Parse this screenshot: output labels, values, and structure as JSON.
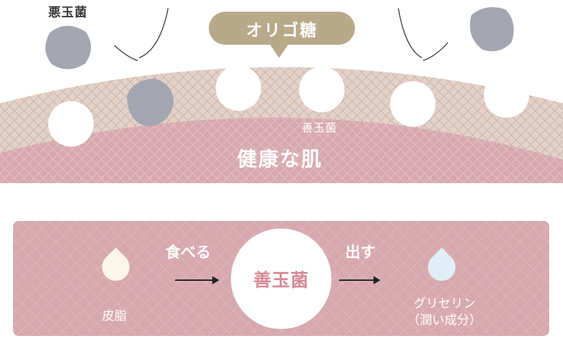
{
  "top": {
    "bad_bacteria_label": "悪玉菌",
    "oligo_label": "オリゴ糖",
    "good_bacteria_label": "善玉菌",
    "skin_label": "健康な肌"
  },
  "bottom": {
    "sebum_label": "皮脂",
    "eat_label": "食べる",
    "good_bacteria_label": "善玉菌",
    "out_label": "出す",
    "glycerin_line1": "グリセリン",
    "glycerin_line2": "（潤い成分）"
  },
  "colors": {
    "bad_bacteria": "#a3a6b1",
    "oligo_bubble": "#b8a98a",
    "skin": "#d7a9ae",
    "surface_layer": "#e4d2c9",
    "good_text": "#d78b95",
    "sebum_drop": "#fbf6e8",
    "glycerin_drop": "#e2eef7"
  }
}
